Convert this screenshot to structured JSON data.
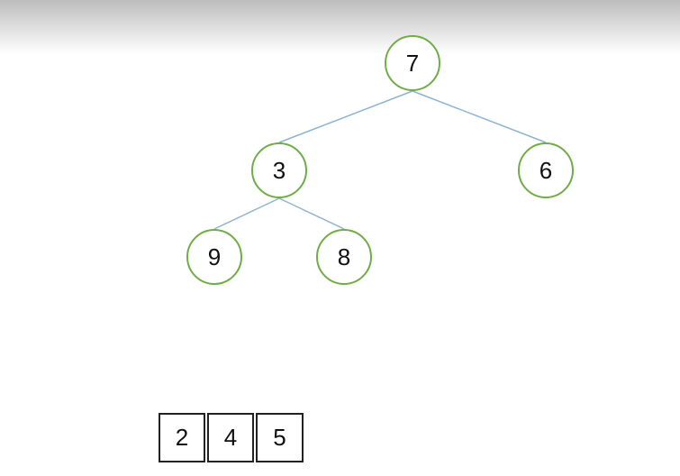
{
  "tree": {
    "nodes": [
      {
        "id": "n7",
        "label": "7"
      },
      {
        "id": "n3",
        "label": "3"
      },
      {
        "id": "n6",
        "label": "6"
      },
      {
        "id": "n9",
        "label": "9"
      },
      {
        "id": "n8",
        "label": "8"
      }
    ],
    "edges": [
      [
        "n7",
        "n3"
      ],
      [
        "n7",
        "n6"
      ],
      [
        "n3",
        "n9"
      ],
      [
        "n3",
        "n8"
      ]
    ],
    "node_stroke": "#70ad47",
    "edge_color": "#8fb4d0"
  },
  "array": [
    "2",
    "4",
    "5"
  ]
}
